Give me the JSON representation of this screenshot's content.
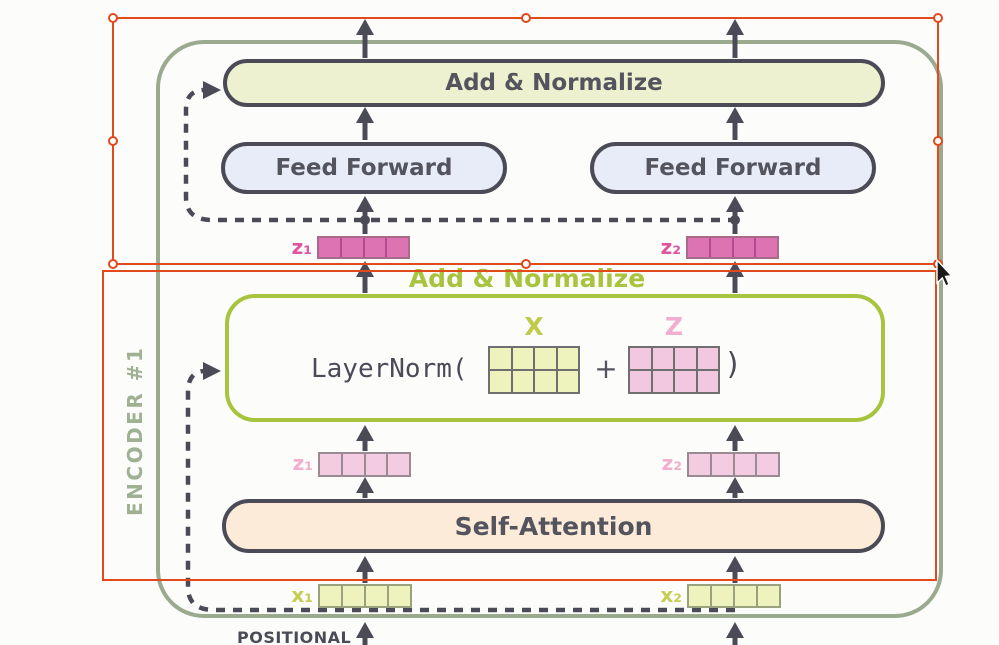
{
  "encoder": {
    "label": "ENCODER #1"
  },
  "blocks": {
    "add_normalize_top": "Add & Normalize",
    "feed_forward": "Feed Forward",
    "add_normalize_mid": "Add & Normalize",
    "layernorm_open": "LayerNorm(",
    "plus": "+",
    "close_paren": ")",
    "x_matrix_label": "X",
    "z_matrix_label": "Z",
    "self_attention": "Self-Attention"
  },
  "vectors": {
    "z1_top": "z₁",
    "z2_top": "z₂",
    "z1_mid": "z₁",
    "z2_mid": "z₂",
    "x1": "x₁",
    "x2": "x₂"
  },
  "footer": {
    "positional": "POSITIONAL"
  },
  "colors": {
    "selection_red": "#e2491b",
    "encoder_border_green": "#9aaa8e",
    "lime_green": "#a8c33e",
    "dark_border": "#4b4b57",
    "add_normalize_fill": "#eef1d0",
    "feed_forward_fill": "#e8ebf8",
    "self_attention_fill": "#fcebd9",
    "dark_pink_cell": "#dd73b3",
    "light_pink_cell": "#f4cce2",
    "pale_yellow_cell": "#eef3bd"
  }
}
